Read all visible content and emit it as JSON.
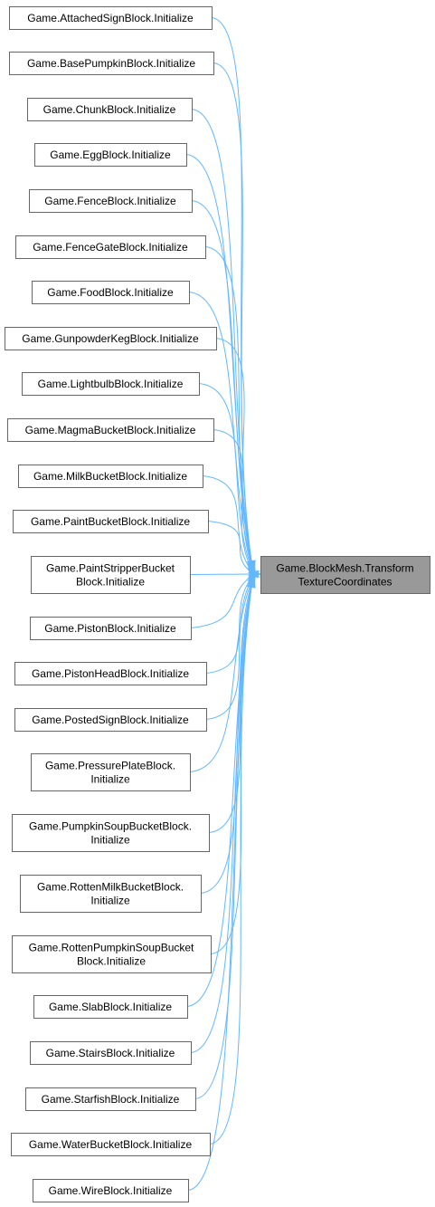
{
  "target": {
    "lines": [
      "Game.BlockMesh.Transform",
      "TextureCoordinates"
    ],
    "fill": "#999999"
  },
  "callers": [
    {
      "lines": [
        "Game.AttachedSignBlock.Initialize"
      ]
    },
    {
      "lines": [
        "Game.BasePumpkinBlock.Initialize"
      ]
    },
    {
      "lines": [
        "Game.ChunkBlock.Initialize"
      ]
    },
    {
      "lines": [
        "Game.EggBlock.Initialize"
      ]
    },
    {
      "lines": [
        "Game.FenceBlock.Initialize"
      ]
    },
    {
      "lines": [
        "Game.FenceGateBlock.Initialize"
      ]
    },
    {
      "lines": [
        "Game.FoodBlock.Initialize"
      ]
    },
    {
      "lines": [
        "Game.GunpowderKegBlock.Initialize"
      ]
    },
    {
      "lines": [
        "Game.LightbulbBlock.Initialize"
      ]
    },
    {
      "lines": [
        "Game.MagmaBucketBlock.Initialize"
      ]
    },
    {
      "lines": [
        "Game.MilkBucketBlock.Initialize"
      ]
    },
    {
      "lines": [
        "Game.PaintBucketBlock.Initialize"
      ]
    },
    {
      "lines": [
        "Game.PaintStripperBucket",
        "Block.Initialize"
      ]
    },
    {
      "lines": [
        "Game.PistonBlock.Initialize"
      ]
    },
    {
      "lines": [
        "Game.PistonHeadBlock.Initialize"
      ]
    },
    {
      "lines": [
        "Game.PostedSignBlock.Initialize"
      ]
    },
    {
      "lines": [
        "Game.PressurePlateBlock.",
        "Initialize"
      ]
    },
    {
      "lines": [
        "Game.PumpkinSoupBucketBlock.",
        "Initialize"
      ]
    },
    {
      "lines": [
        "Game.RottenMilkBucketBlock.",
        "Initialize"
      ]
    },
    {
      "lines": [
        "Game.RottenPumpkinSoupBucket",
        "Block.Initialize"
      ]
    },
    {
      "lines": [
        "Game.SlabBlock.Initialize"
      ]
    },
    {
      "lines": [
        "Game.StairsBlock.Initialize"
      ]
    },
    {
      "lines": [
        "Game.StarfishBlock.Initialize"
      ]
    },
    {
      "lines": [
        "Game.WaterBucketBlock.Initialize"
      ]
    },
    {
      "lines": [
        "Game.WireBlock.Initialize"
      ]
    }
  ],
  "colors": {
    "edge": "#63b8ff",
    "node_border": "#666666",
    "target_fill": "#999999"
  }
}
